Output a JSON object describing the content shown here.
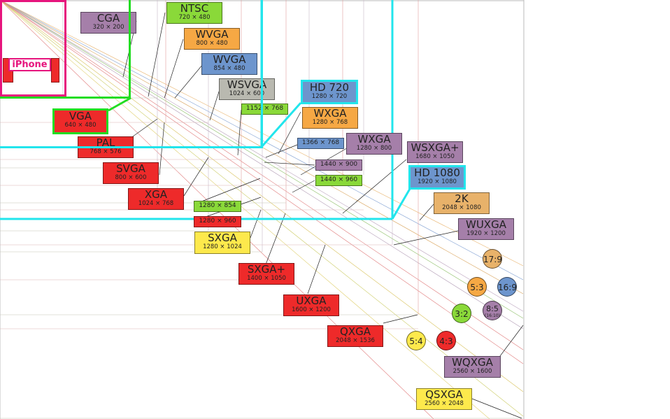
{
  "labels": {
    "cga": {
      "name": "CGA",
      "dims": "320 × 200"
    },
    "ntsc": {
      "name": "NTSC",
      "dims": "720 × 480"
    },
    "wvga1": {
      "name": "WVGA",
      "dims": "800 × 480"
    },
    "wvga2": {
      "name": "WVGA",
      "dims": "854 × 480"
    },
    "wsvga": {
      "name": "WSVGA",
      "dims": "1024 × 600"
    },
    "r1152": {
      "name": "",
      "dims": "1152 × 768"
    },
    "hd720": {
      "name": "HD 720",
      "dims": "1280 × 720"
    },
    "wxga1": {
      "name": "WXGA",
      "dims": "1280 × 768"
    },
    "r1366": {
      "name": "",
      "dims": "1366 × 768"
    },
    "wxga2": {
      "name": "WXGA",
      "dims": "1280 × 800"
    },
    "r1440a": {
      "name": "",
      "dims": "1440 × 900"
    },
    "r1440b": {
      "name": "",
      "dims": "1440 × 960"
    },
    "wsxgap": {
      "name": "WSXGA+",
      "dims": "1680 × 1050"
    },
    "hd1080": {
      "name": "HD 1080",
      "dims": "1920 × 1080"
    },
    "k2": {
      "name": "2K",
      "dims": "2048 × 1080"
    },
    "wuxga": {
      "name": "WUXGA",
      "dims": "1920 × 1200"
    },
    "vga": {
      "name": "VGA",
      "dims": "640 × 480"
    },
    "pal": {
      "name": "PAL",
      "dims": "768 × 576"
    },
    "svga": {
      "name": "SVGA",
      "dims": "800 × 600"
    },
    "xga": {
      "name": "XGA",
      "dims": "1024 × 768"
    },
    "r1280a": {
      "name": "",
      "dims": "1280 × 854"
    },
    "r1280b": {
      "name": "",
      "dims": "1280 × 960"
    },
    "sxga": {
      "name": "SXGA",
      "dims": "1280 × 1024"
    },
    "sxgap": {
      "name": "SXGA+",
      "dims": "1400 × 1050"
    },
    "uxga": {
      "name": "UXGA",
      "dims": "1600 × 1200"
    },
    "qxga": {
      "name": "QXGA",
      "dims": "2048 × 1536"
    },
    "wqxga": {
      "name": "WQXGA",
      "dims": "2560 × 1600"
    },
    "qsxga": {
      "name": "QSXGA",
      "dims": "2560 × 2048"
    },
    "iphone": {
      "name": "iPhone"
    }
  },
  "ratios": {
    "r17_9": "17:9",
    "r5_3": "5:3",
    "r16_9": "16:9",
    "r3_2": "3:2",
    "r8_5": "8:5",
    "r8_5_sub": "(16:10)",
    "r5_4": "5:4",
    "r4_3": "4:3"
  },
  "colors": {
    "red": "#ee2a2a",
    "purple": "#a57fa9",
    "orange": "#f6a844",
    "blue": "#6d95cd",
    "green": "#8ad939",
    "gray": "#b9b9b0",
    "yellow": "#fde94c",
    "tan": "#e8b26a",
    "highlight_green": "#22dd22",
    "highlight_cyan": "#22e5ec",
    "highlight_pink": "#e6157d"
  }
}
